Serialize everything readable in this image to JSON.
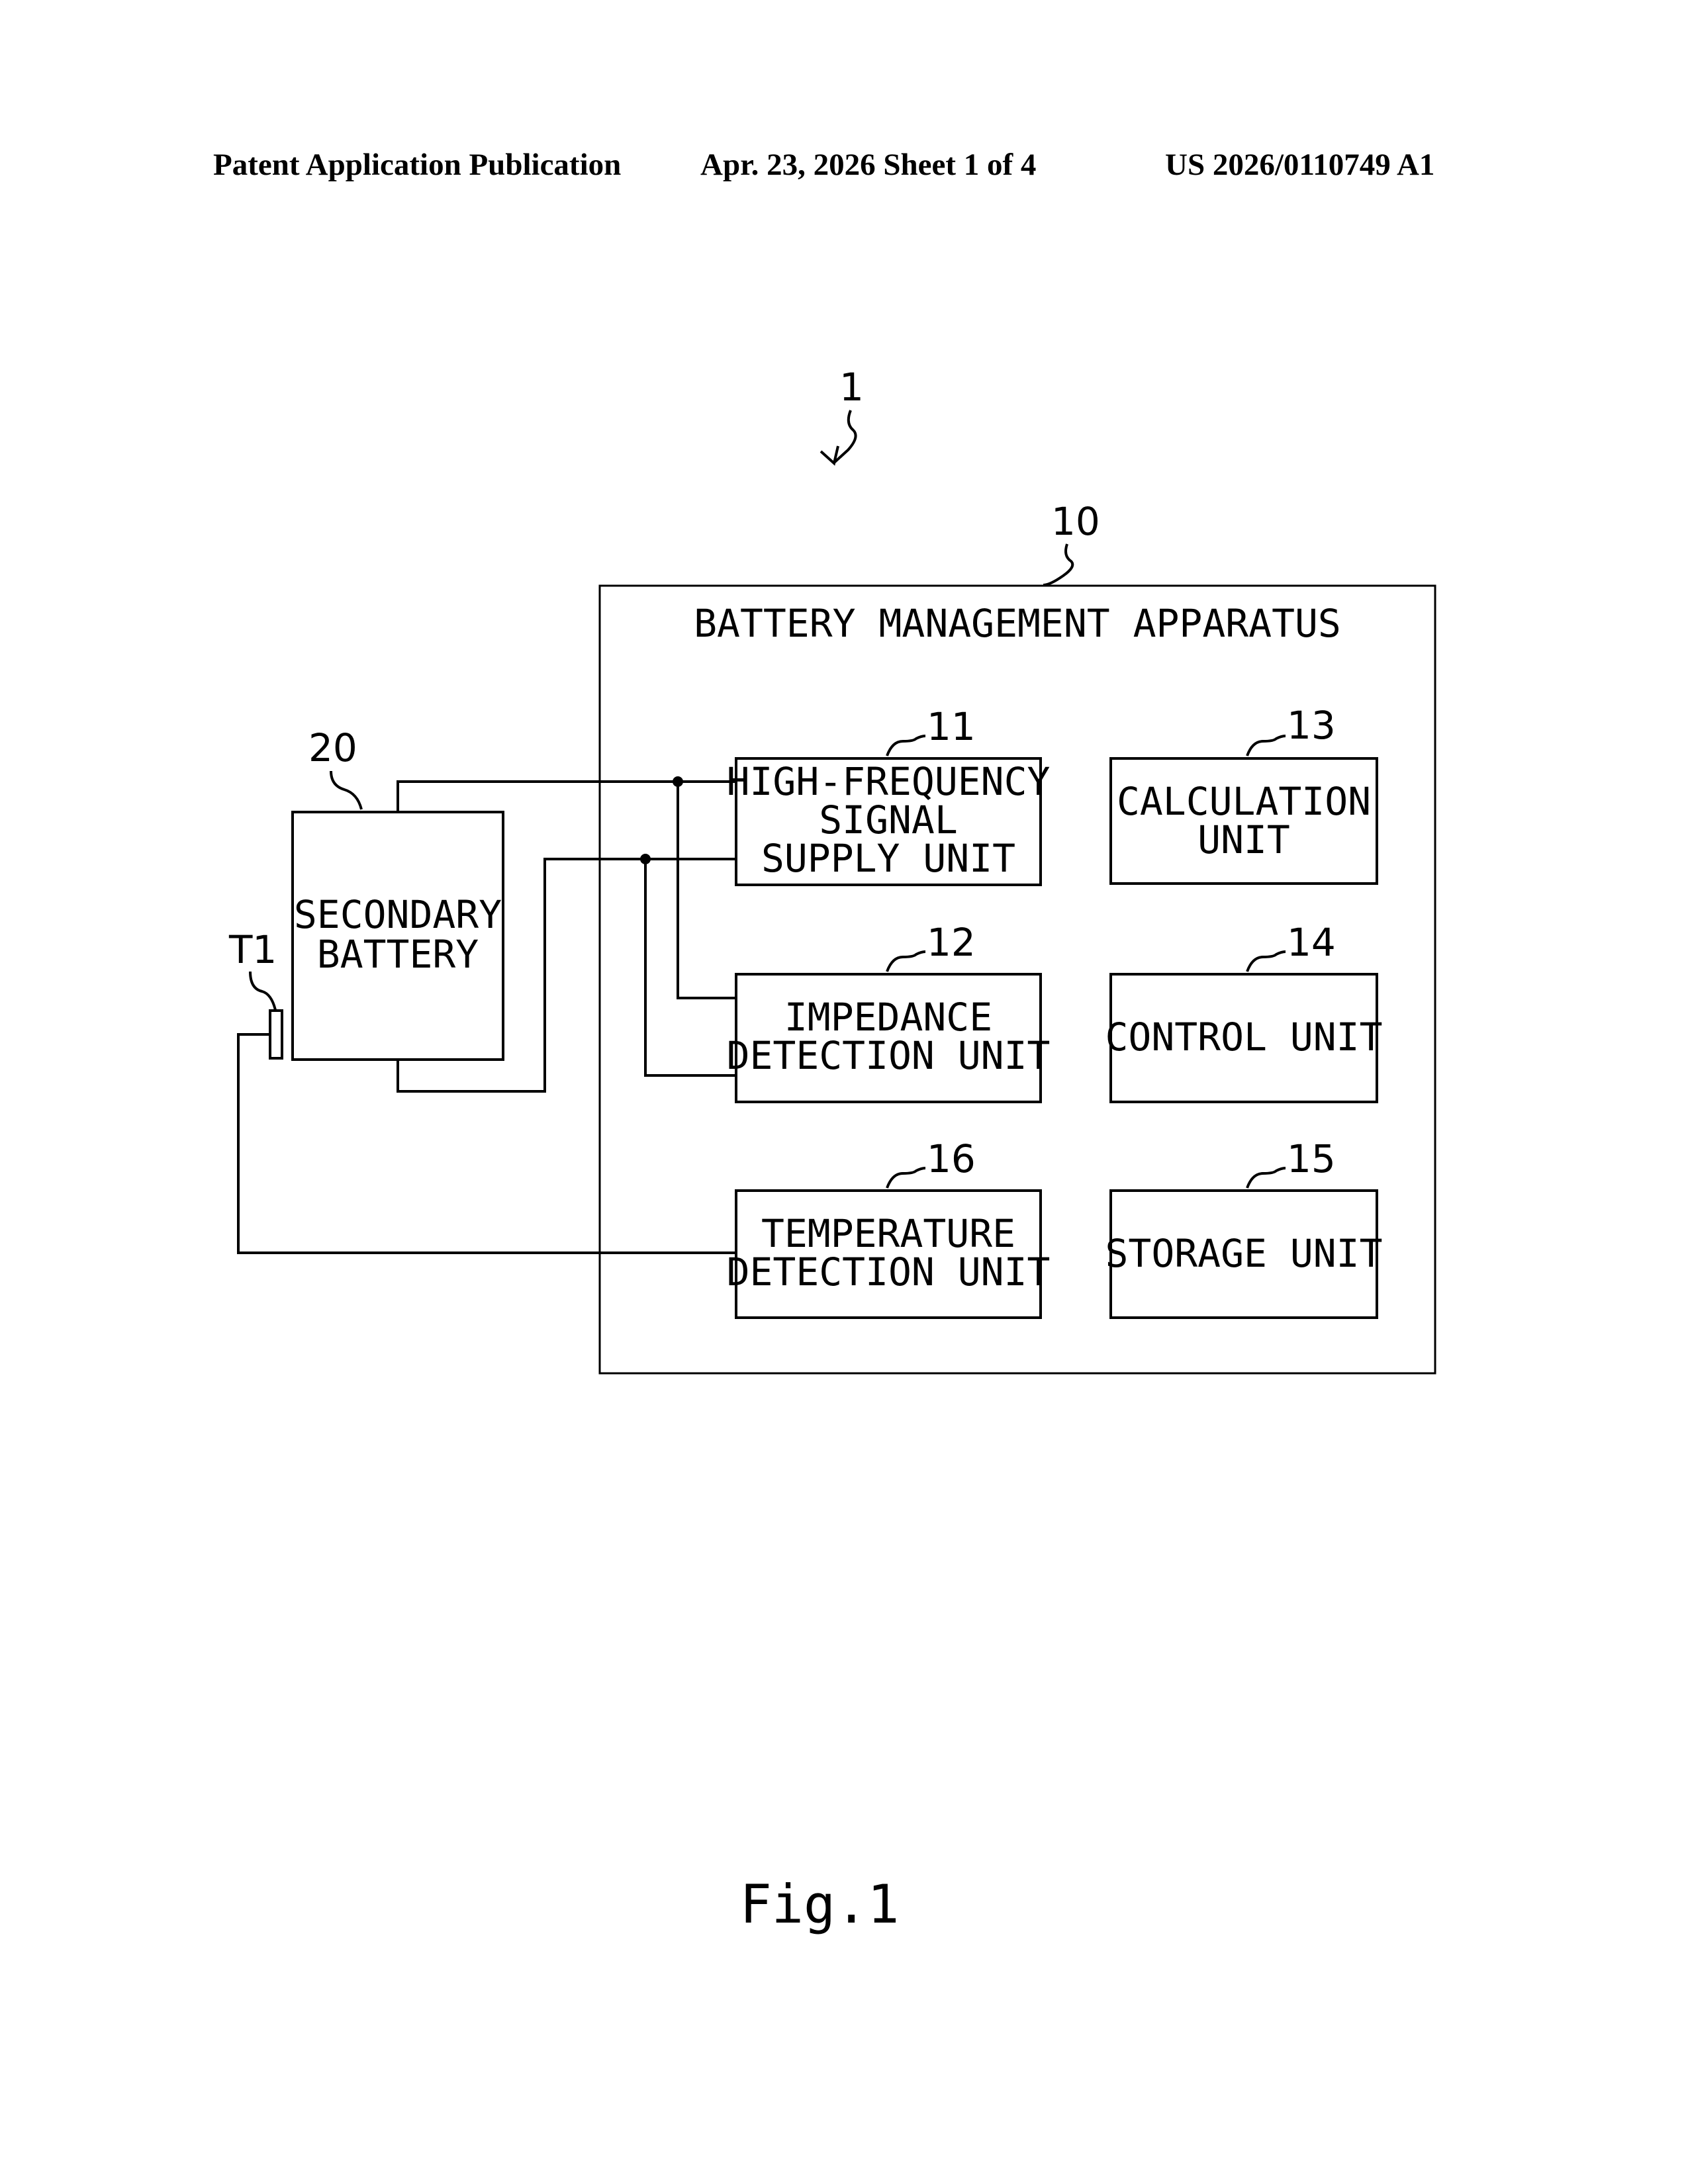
{
  "header": {
    "left": "Patent Application Publication",
    "middle": "Apr. 23, 2026  Sheet 1 of 4",
    "right": "US 2026/0110749 A1"
  },
  "figure": {
    "system_ref": "1",
    "apparatus": {
      "ref": "10",
      "title": "BATTERY MANAGEMENT APPARATUS"
    },
    "battery": {
      "ref": "20",
      "lines": [
        "SECONDARY",
        "BATTERY"
      ]
    },
    "terminal": {
      "ref": "T1"
    },
    "units": [
      {
        "id": "hf",
        "ref": "11",
        "lines": [
          "HIGH-FREQUENCY",
          "SIGNAL",
          "SUPPLY UNIT"
        ]
      },
      {
        "id": "calc",
        "ref": "13",
        "lines": [
          "CALCULATION",
          "UNIT"
        ]
      },
      {
        "id": "imp",
        "ref": "12",
        "lines": [
          "IMPEDANCE",
          "DETECTION UNIT"
        ]
      },
      {
        "id": "ctrl",
        "ref": "14",
        "lines": [
          "CONTROL UNIT"
        ]
      },
      {
        "id": "temp",
        "ref": "16",
        "lines": [
          "TEMPERATURE",
          "DETECTION UNIT"
        ]
      },
      {
        "id": "stor",
        "ref": "15",
        "lines": [
          "STORAGE UNIT"
        ]
      }
    ],
    "caption": "Fig.1"
  }
}
